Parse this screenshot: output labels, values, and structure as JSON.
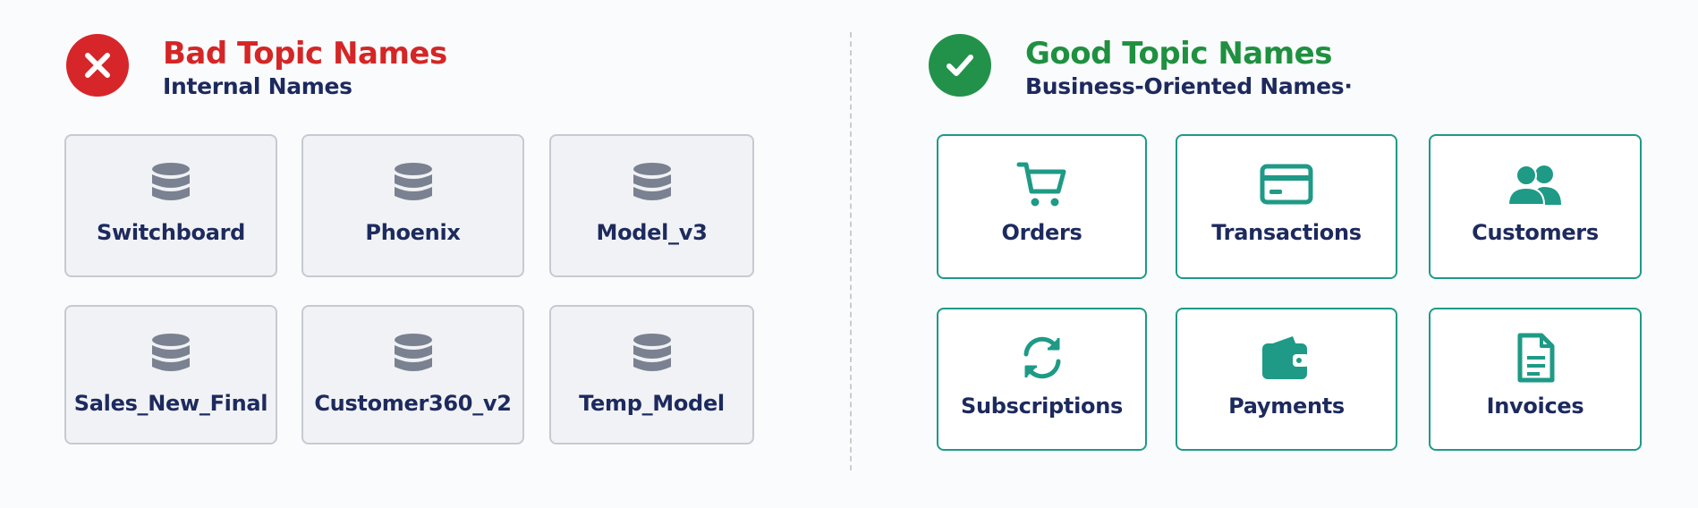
{
  "bad": {
    "title": "Bad Topic Names",
    "subtitle": "Internal Names",
    "badge_icon": "x-icon",
    "color": "#d6262a",
    "items": [
      {
        "label": "Switchboard",
        "icon": "database-icon"
      },
      {
        "label": "Phoenix",
        "icon": "database-icon"
      },
      {
        "label": "Model_v3",
        "icon": "database-icon"
      },
      {
        "label": "Sales_New_Final",
        "icon": "database-icon"
      },
      {
        "label": "Customer360_v2",
        "icon": "database-icon"
      },
      {
        "label": "Temp_Model",
        "icon": "database-icon"
      }
    ]
  },
  "good": {
    "title": "Good Topic Names",
    "subtitle": "Business-Oriented Names·",
    "badge_icon": "checkmark-icon",
    "color": "#22924a",
    "accent": "#1e9a86",
    "items": [
      {
        "label": "Orders",
        "icon": "shopping-cart-icon"
      },
      {
        "label": "Transactions",
        "icon": "credit-card-icon"
      },
      {
        "label": "Customers",
        "icon": "users-icon"
      },
      {
        "label": "Subscriptions",
        "icon": "refresh-icon"
      },
      {
        "label": "Payments",
        "icon": "wallet-icon"
      },
      {
        "label": "Invoices",
        "icon": "document-icon"
      }
    ]
  }
}
